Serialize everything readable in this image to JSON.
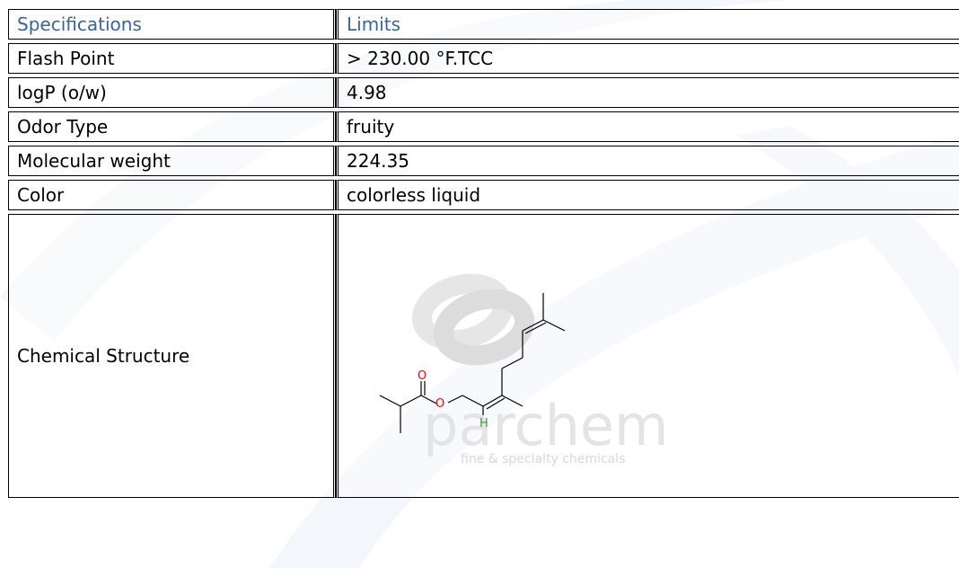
{
  "table": {
    "header": {
      "spec": "Specifications",
      "limits": "Limits"
    },
    "rows": [
      {
        "spec": "Flash Point",
        "limit": "> 230.00 °F.TCC"
      },
      {
        "spec": "logP (o/w)",
        "limit": "4.98"
      },
      {
        "spec": "Odor Type",
        "limit": "fruity"
      },
      {
        "spec": "Molecular weight",
        "limit": "224.35"
      },
      {
        "spec": "Color",
        "limit": "colorless liquid"
      }
    ],
    "structure_label": "Chemical Structure"
  },
  "structure": {
    "atom_o_carbonyl": "O",
    "atom_o_ester": "O",
    "atom_h": "H",
    "colors": {
      "oxygen": "#ff0000",
      "hydrogen": "#3a9a3a",
      "bond": "#000000"
    }
  },
  "watermark": {
    "brand": "parchem",
    "tagline": "fine & specialty chemicals"
  }
}
